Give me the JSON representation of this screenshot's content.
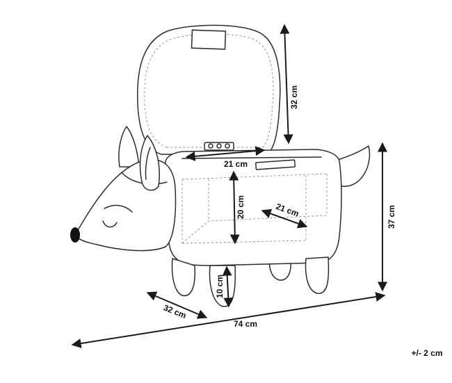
{
  "dimensions": {
    "lid_height": "32 cm",
    "inner_width": "21 cm",
    "inner_height": "20 cm",
    "inner_depth": "21 cm",
    "total_height": "37 cm",
    "leg_height": "10 cm",
    "depth": "32 cm",
    "length": "74 cm"
  },
  "tolerance": "+/- 2 cm",
  "colors": {
    "line": "#2b2b2b",
    "nose": "#111111",
    "dashed": "#8a8a8a"
  }
}
